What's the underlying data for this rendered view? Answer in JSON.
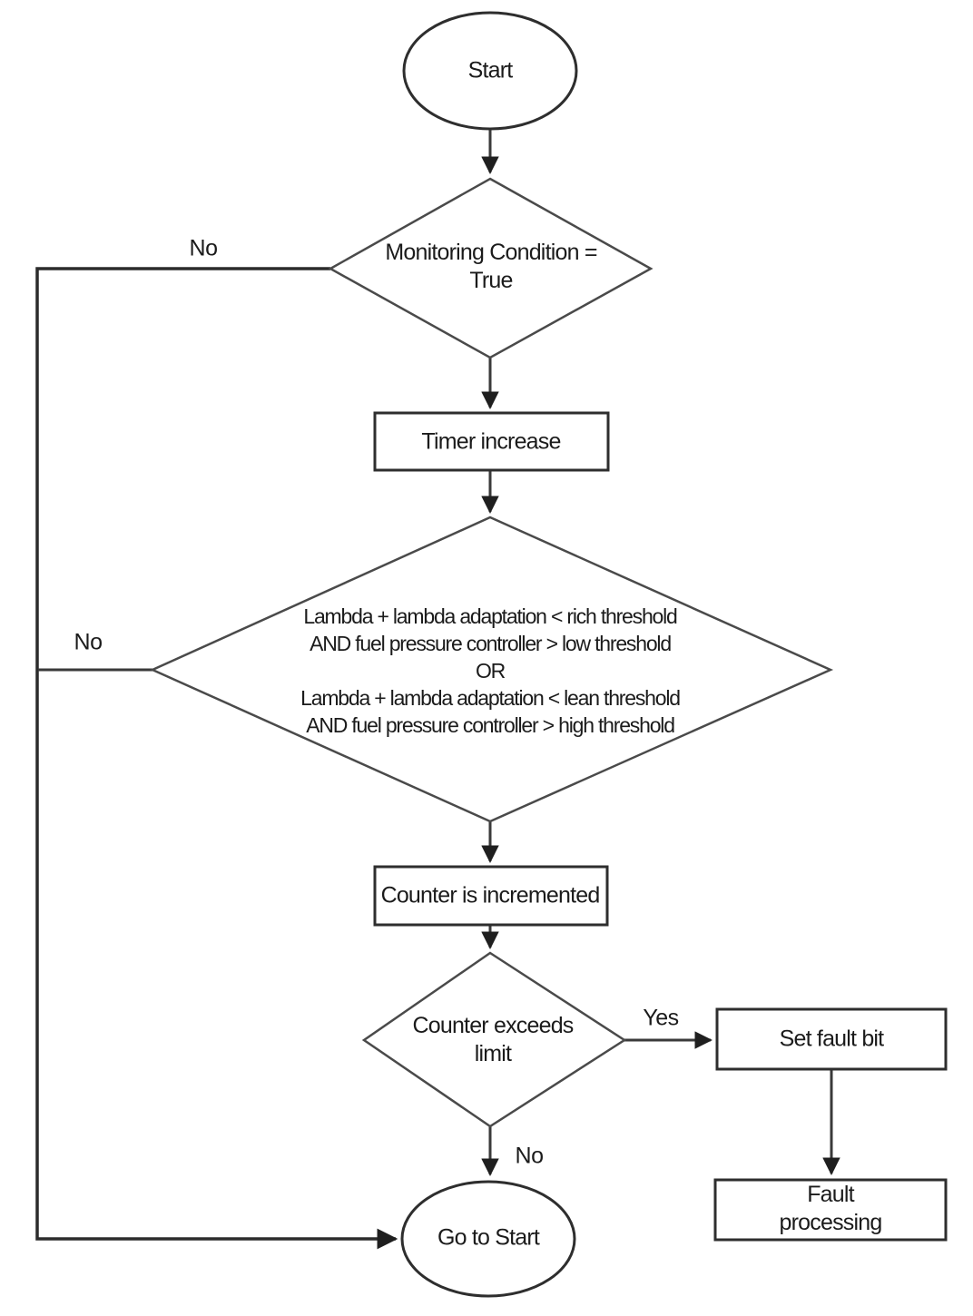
{
  "colors": {
    "background": "#ffffff",
    "ink": "#1b1b1b",
    "shape_stroke": "#2e2e2e",
    "edge_stroke": "#3a3a3a"
  },
  "nodes": {
    "start": {
      "type": "terminator",
      "label": "Start"
    },
    "decision_monitoring": {
      "type": "decision",
      "label": "Monitoring Condition =\nTrue"
    },
    "process_timer": {
      "type": "process",
      "label": "Timer increase"
    },
    "decision_lambda": {
      "type": "decision",
      "label": "Lambda + lambda adaptation < rich threshold\nAND fuel pressure controller > low threshold\nOR\nLambda + lambda adaptation < lean threshold\nAND fuel pressure controller > high threshold"
    },
    "process_counter": {
      "type": "process",
      "label": "Counter is incremented"
    },
    "decision_counter_limit": {
      "type": "decision",
      "label": "Counter exceeds\nlimit"
    },
    "process_set_fault": {
      "type": "process",
      "label": "Set fault bit"
    },
    "process_fault_processing": {
      "type": "process",
      "label": "Fault processing"
    },
    "end": {
      "type": "terminator",
      "label": "Go to Start"
    }
  },
  "edge_labels": {
    "monitoring_no": "No",
    "lambda_no": "No",
    "counter_yes": "Yes",
    "counter_no": "No"
  }
}
